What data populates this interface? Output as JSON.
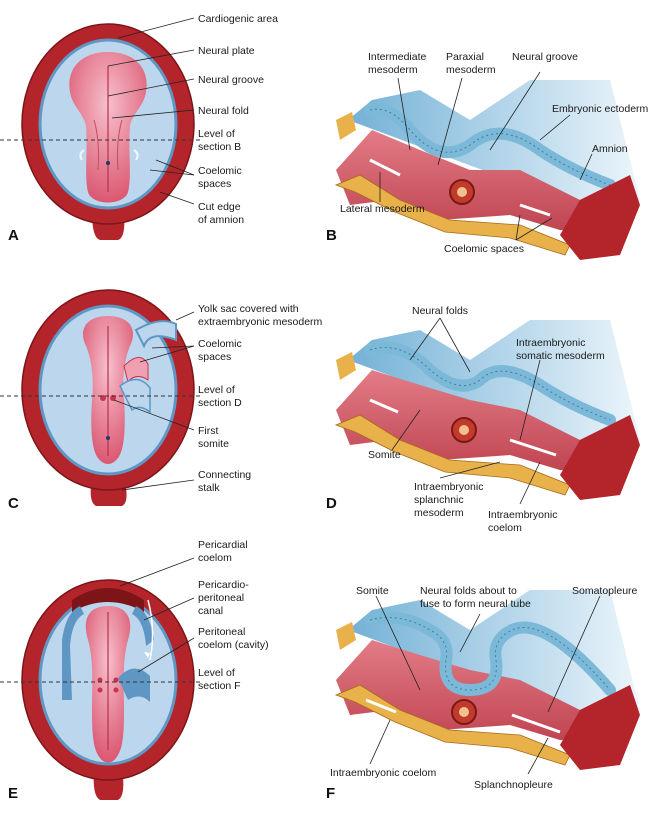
{
  "panels": {
    "A": {
      "letter": "A",
      "labels": [
        "Cardiogenic area",
        "Neural plate",
        "Neural groove",
        "Neural fold",
        "Level of",
        "section B",
        "Coelomic",
        "spaces",
        "Cut edge",
        "of amnion"
      ]
    },
    "B": {
      "letter": "B",
      "labels": [
        "Intermediate",
        "mesoderm",
        "Paraxial",
        "mesoderm",
        "Neural groove",
        "Embryonic ectoderm",
        "Amnion",
        "Lateral mesoderm",
        "Coelomic spaces"
      ]
    },
    "C": {
      "letter": "C",
      "labels": [
        "Yolk sac covered with",
        "extraembryonic mesoderm",
        "Coelomic",
        "spaces",
        "Level of",
        "section D",
        "First",
        "somite",
        "Connecting",
        "stalk"
      ]
    },
    "D": {
      "letter": "D",
      "labels": [
        "Neural folds",
        "Intraembryonic",
        "somatic mesoderm",
        "Somite",
        "Intraembryonic",
        "splanchnic",
        "mesoderm",
        "Intraembryonic",
        "coelom"
      ]
    },
    "E": {
      "letter": "E",
      "labels": [
        "Pericardial",
        "coelom",
        "Pericardio-",
        "peritoneal",
        "canal",
        "Peritoneal",
        "coelom (cavity)",
        "Level of",
        "section F"
      ]
    },
    "F": {
      "letter": "F",
      "labels": [
        "Somite",
        "Neural folds about to",
        "fuse to form neural tube",
        "Somatopleure",
        "Intraembryonic coelom",
        "Splanchnopleure"
      ]
    }
  },
  "colors": {
    "amnion": "#b3252b",
    "amnion_dark": "#7d1418",
    "cavity": "#bcd6ee",
    "plate": "#e8738a",
    "plate_light": "#f4a9b9",
    "ectoderm": "#7cb8d8",
    "mesoderm": "#d8626e",
    "endoderm": "#e8b14a"
  }
}
